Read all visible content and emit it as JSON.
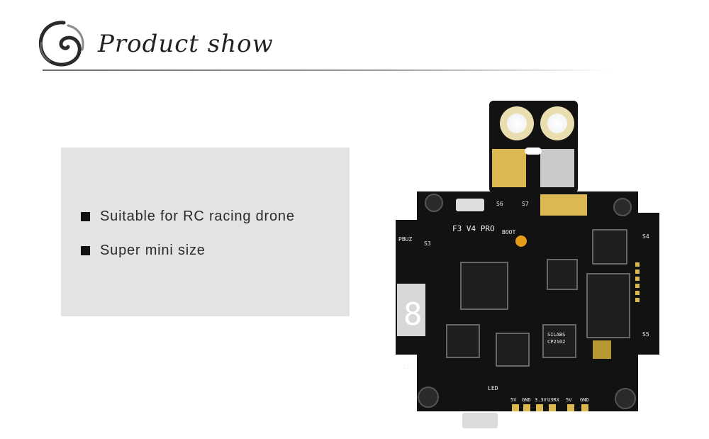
{
  "header": {
    "title": "Product show"
  },
  "features": [
    {
      "text": "Suitable for RC racing drone"
    },
    {
      "text": "Super mini size"
    }
  ],
  "board": {
    "name": "F3 V4 PRO",
    "labels": {
      "boot": "BOOT",
      "pbuz": "PBUZ",
      "led": "LED",
      "s1": "S1",
      "s3": "S3",
      "s4": "S4",
      "s5": "S5",
      "s6": "S6",
      "s7": "S7",
      "pads": [
        "5V",
        "GND",
        "3.3V",
        "U3RX",
        "5V",
        "GND"
      ],
      "display": "8",
      "chip_silabs": "SILABS",
      "chip_cp": "CP2102"
    }
  },
  "colors": {
    "board_black": "#121212",
    "gold": "#e0c060",
    "info_box_bg": "#e3e3e3",
    "title_text": "#222222"
  }
}
